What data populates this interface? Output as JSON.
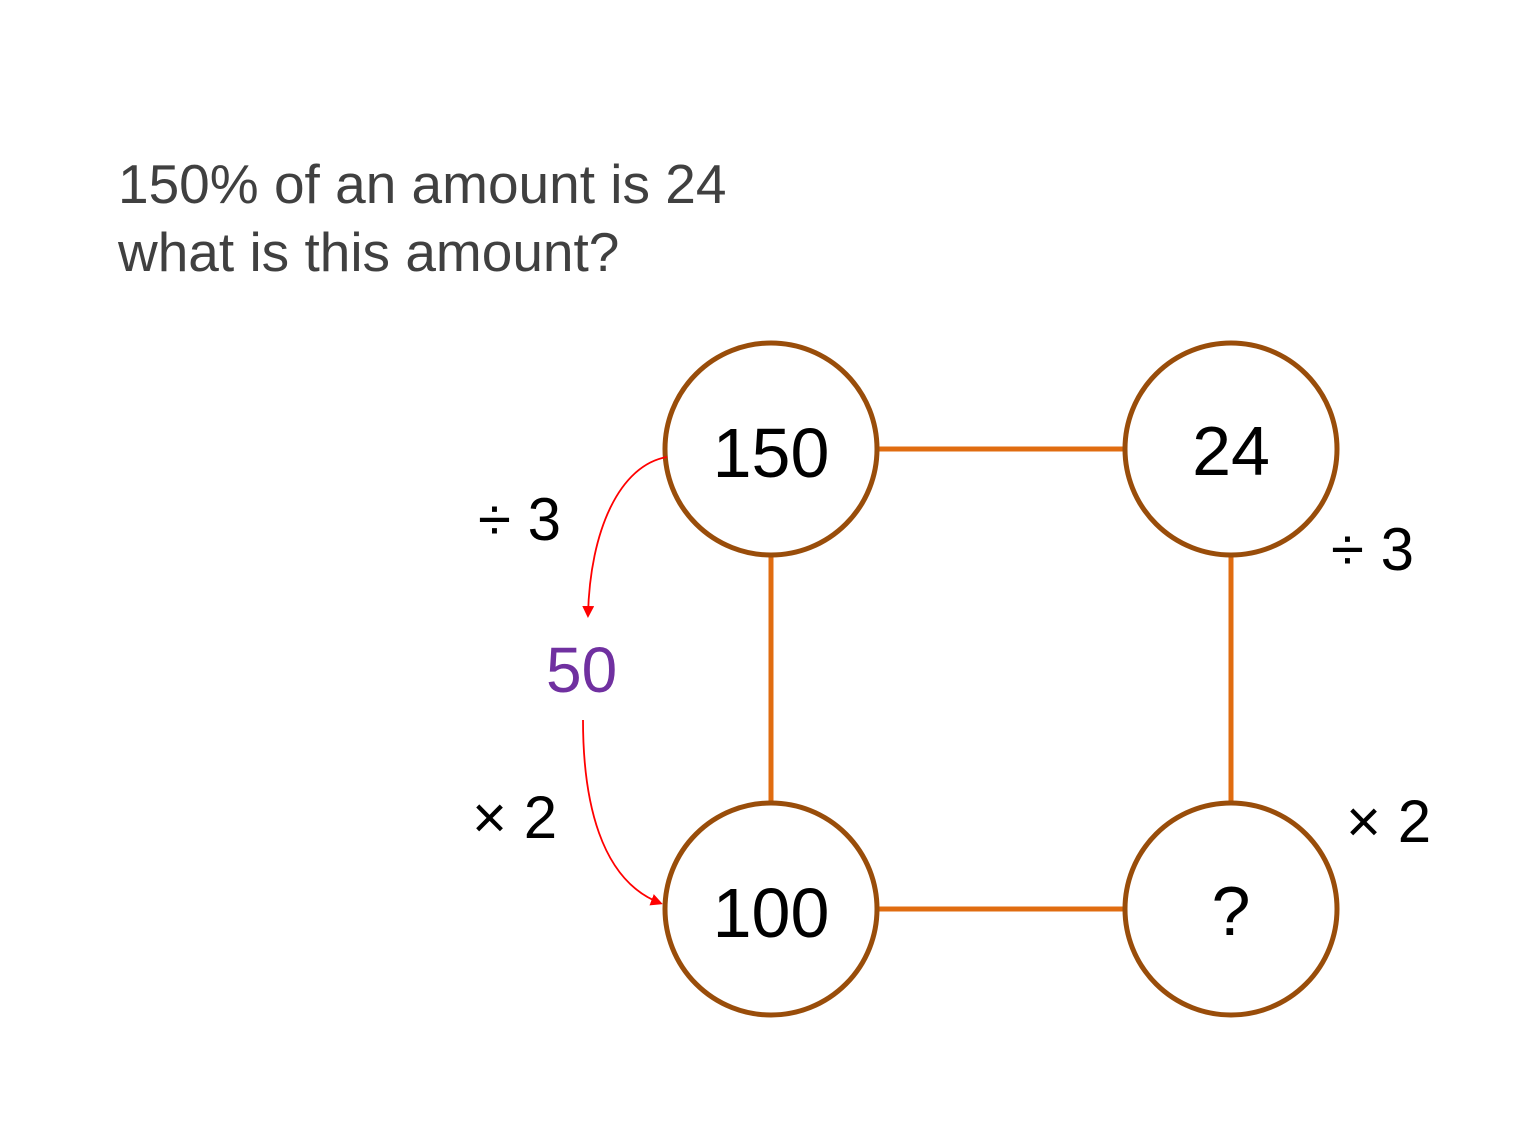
{
  "question": {
    "line1": "150% of an amount is 24",
    "line2": "what is this amount?"
  },
  "nodes": {
    "top_left": "150",
    "top_right": "24",
    "bottom_left": "100",
    "bottom_right": "?"
  },
  "intermediate": {
    "value": "50",
    "color": "#7030a0"
  },
  "operations": {
    "left_divide": "÷ 3",
    "left_multiply": "× 2",
    "right_divide": "÷ 3",
    "right_multiply": "× 2"
  },
  "colors": {
    "circle_stroke": "#994d0a",
    "connector": "#e06c10",
    "arrow": "#ff0000",
    "question_text": "#404040"
  }
}
